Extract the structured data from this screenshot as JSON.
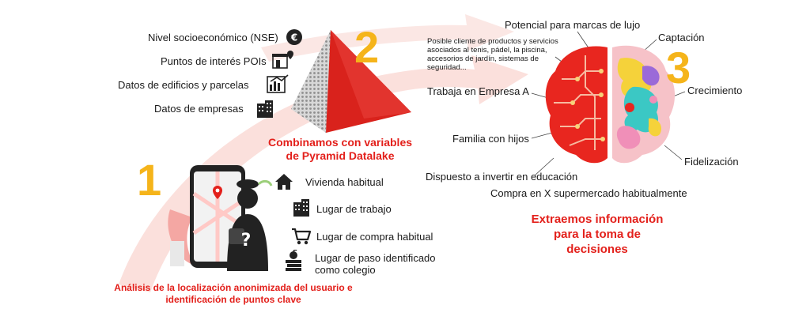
{
  "steps": {
    "one": {
      "number": "1",
      "title": "Análisis de la localización anonimizada del usuario e identificación de puntos clave",
      "items": [
        {
          "icon": "house-icon",
          "label": "Vivienda habitual"
        },
        {
          "icon": "office-building-icon",
          "label": "Lugar de trabajo"
        },
        {
          "icon": "shopping-cart-icon",
          "label": "Lugar de compra habitual"
        },
        {
          "icon": "books-apple-icon",
          "label": "Lugar de paso identificado como colegio"
        }
      ]
    },
    "two": {
      "number": "2",
      "title": "Combinamos con variables de Pyramid Datalake",
      "items": [
        {
          "icon": "euro-coin-icon",
          "label": "Nivel socioeconómico (NSE)"
        },
        {
          "icon": "store-pin-icon",
          "label": "Puntos de interés POIs"
        },
        {
          "icon": "building-chart-icon",
          "label": "Datos de edificios y parcelas"
        },
        {
          "icon": "company-building-icon",
          "label": "Datos de empresas"
        }
      ]
    },
    "three": {
      "number": "3",
      "title": "Extraemos información para la toma de decisiones",
      "left_labels": [
        "Potencial para marcas de lujo",
        "Posible cliente de productos y servicios asociados al tenis, pádel, la piscina, accesorios de jardín, sistemas de seguridad...",
        "Trabaja en Empresa A",
        "Familia con hijos",
        "Dispuesto a invertir en educación",
        "Compra en X supermercado habitualmente"
      ],
      "right_labels": [
        "Captación",
        "Crecimiento",
        "Fidelización"
      ]
    }
  },
  "colors": {
    "accent_red": "#e3201b",
    "number_yellow": "#f5b41a",
    "arrow_pink": "#f9d6d2"
  }
}
